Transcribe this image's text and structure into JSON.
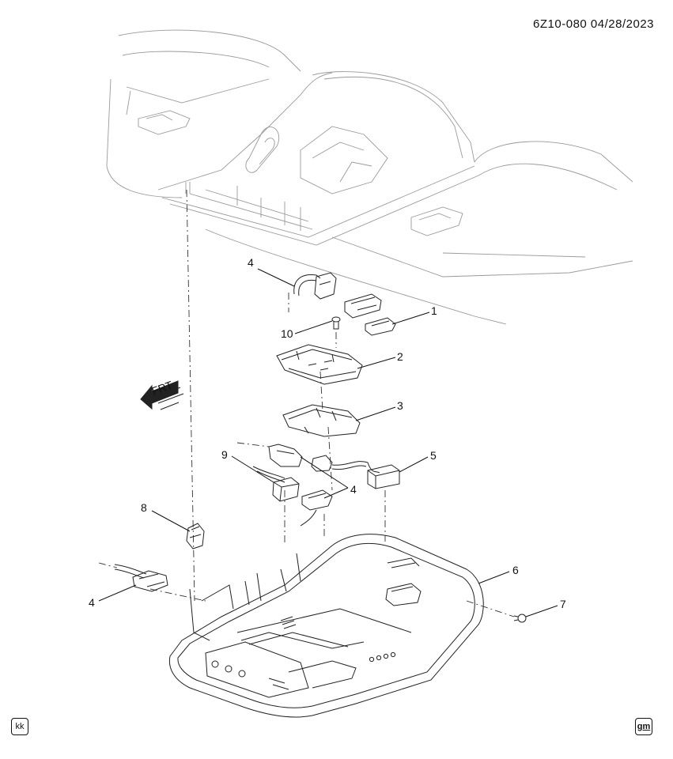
{
  "header": {
    "diagram_id": "6Z10-080  04/28/2023"
  },
  "orientation": {
    "front_label": "FRT"
  },
  "callouts": [
    {
      "number": "1",
      "part": "bracket-connector"
    },
    {
      "number": "2",
      "part": "mounting-bracket"
    },
    {
      "number": "3",
      "part": "retainer-plate"
    },
    {
      "number": "4",
      "part": "wiring-connector-top"
    },
    {
      "number": "4",
      "part": "wiring-connector-middle"
    },
    {
      "number": "4",
      "part": "wiring-connector-left"
    },
    {
      "number": "5",
      "part": "module-box"
    },
    {
      "number": "6",
      "part": "overhead-console"
    },
    {
      "number": "7",
      "part": "push-pin-fastener"
    },
    {
      "number": "8",
      "part": "clip"
    },
    {
      "number": "9",
      "part": "harness-plug"
    },
    {
      "number": "10",
      "part": "screw"
    }
  ],
  "footer": {
    "left_badge": "kk",
    "right_badge": "gm"
  }
}
